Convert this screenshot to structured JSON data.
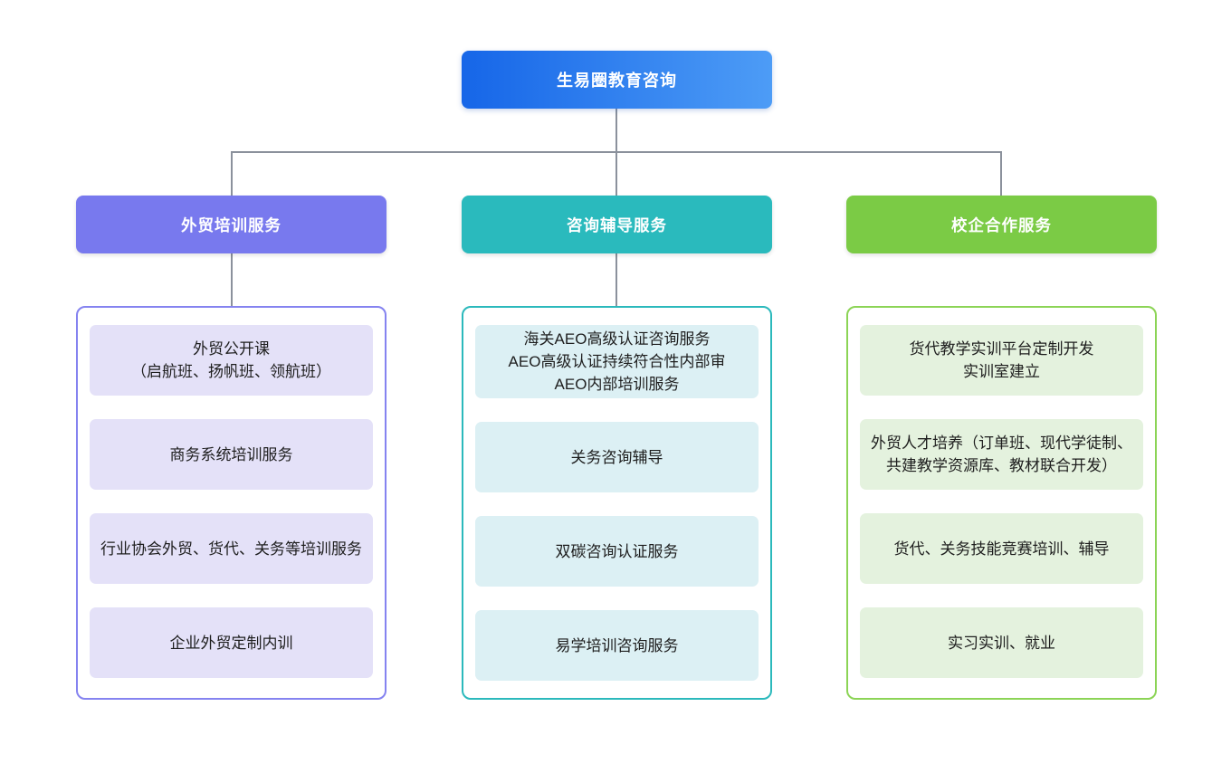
{
  "root": {
    "label": "生易圈教育咨询"
  },
  "branches": [
    {
      "label": "外贸培训服务",
      "colors": {
        "header_bg": "#7879EE",
        "container_border": "#8583F0",
        "item_bg": "#E4E1F8"
      },
      "items": [
        {
          "text": "外贸公开课\n（启航班、扬帆班、领航班）"
        },
        {
          "text": "商务系统培训服务"
        },
        {
          "text": "行业协会外贸、货代、关务等培训服务"
        },
        {
          "text": "企业外贸定制内训"
        }
      ]
    },
    {
      "label": "咨询辅导服务",
      "colors": {
        "header_bg": "#2ABABD",
        "container_border": "#2BB9BC",
        "item_bg": "#DCF0F4"
      },
      "items": [
        {
          "text": "海关AEO高级认证咨询服务\nAEO高级认证持续符合性内部审\nAEO内部培训服务"
        },
        {
          "text": "关务咨询辅导"
        },
        {
          "text": "双碳咨询认证服务"
        },
        {
          "text": "易学培训咨询服务"
        }
      ]
    },
    {
      "label": "校企合作服务",
      "colors": {
        "header_bg": "#7BCB45",
        "container_border": "#8CD456",
        "item_bg": "#E4F2DE"
      },
      "items": [
        {
          "text": "货代教学实训平台定制开发\n实训室建立"
        },
        {
          "text": "外贸人才培养（订单班、现代学徒制、共建教学资源库、教材联合开发）"
        },
        {
          "text": "货代、关务技能竞赛培训、辅导"
        },
        {
          "text": "实习实训、就业"
        }
      ]
    }
  ],
  "colors": {
    "background": "#FFFFFF",
    "root_gradient_start": "#1666E8",
    "root_gradient_end": "#4D9CF6",
    "connector": "#8B919C",
    "item_text": "#1E1E1E",
    "header_text": "#FFFFFF"
  }
}
